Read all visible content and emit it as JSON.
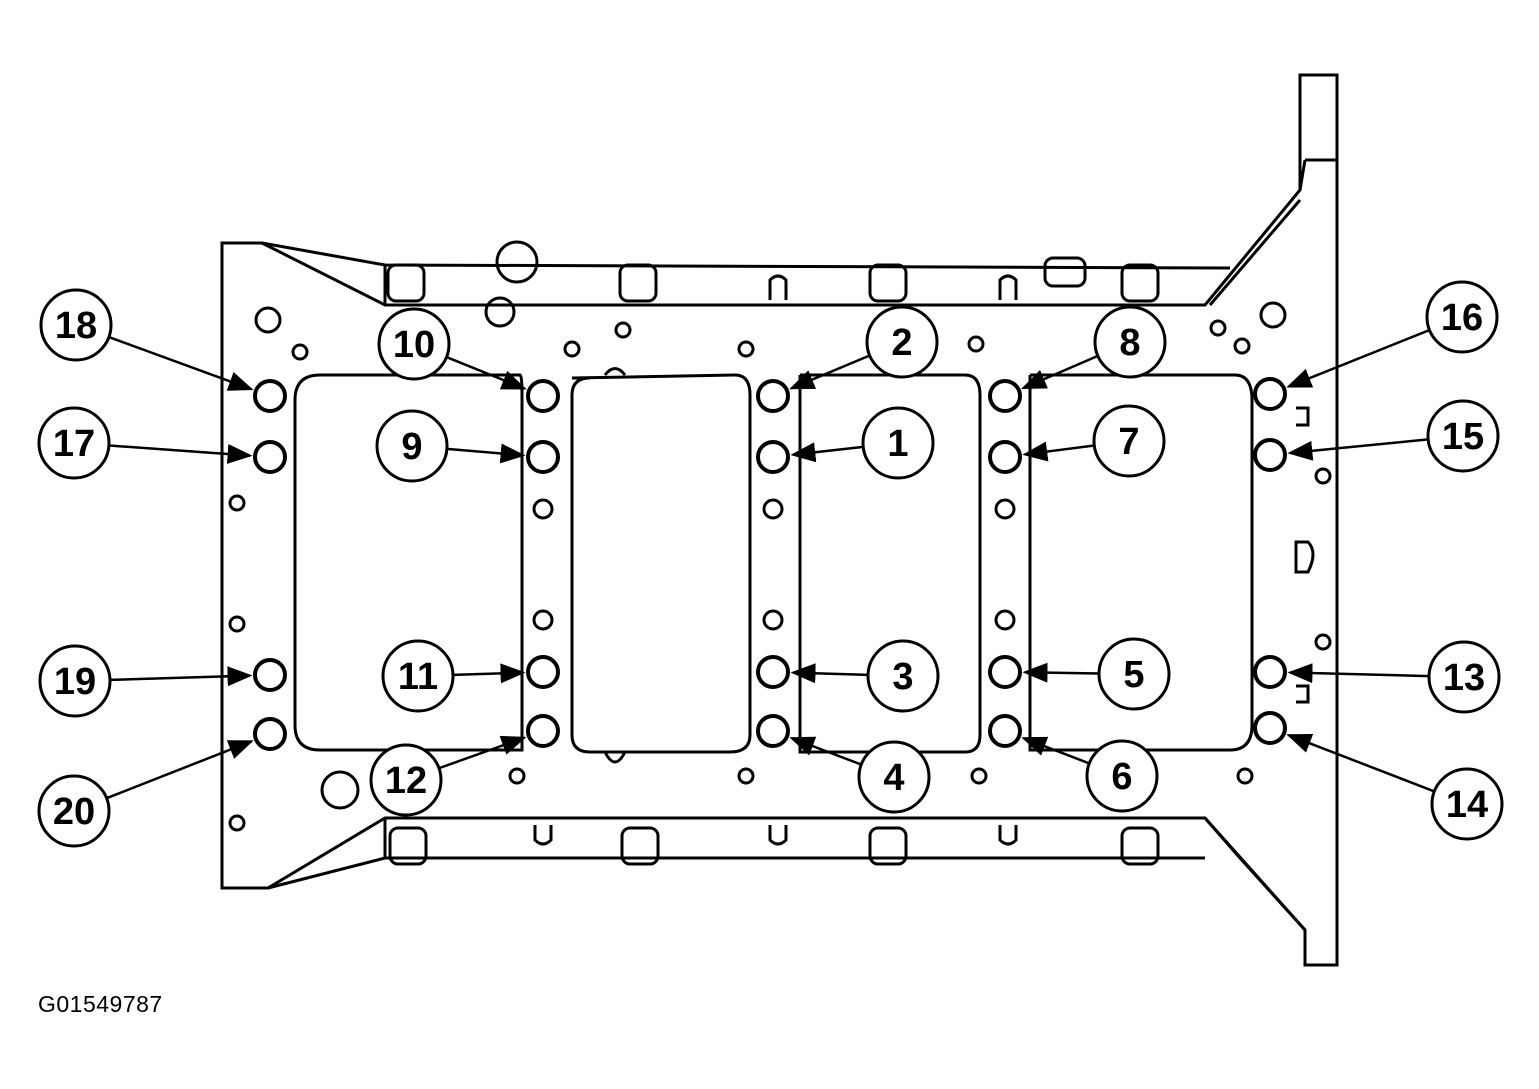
{
  "figure": {
    "id_label": "G01549787"
  },
  "colors": {
    "line": "#000000",
    "background": "#ffffff"
  },
  "callouts": [
    {
      "number": "1",
      "bolt": "bolt-1"
    },
    {
      "number": "2",
      "bolt": "bolt-2"
    },
    {
      "number": "3",
      "bolt": "bolt-3"
    },
    {
      "number": "4",
      "bolt": "bolt-4"
    },
    {
      "number": "5",
      "bolt": "bolt-5"
    },
    {
      "number": "6",
      "bolt": "bolt-6"
    },
    {
      "number": "7",
      "bolt": "bolt-7"
    },
    {
      "number": "8",
      "bolt": "bolt-8"
    },
    {
      "number": "9",
      "bolt": "bolt-9"
    },
    {
      "number": "10",
      "bolt": "bolt-10"
    },
    {
      "number": "11",
      "bolt": "bolt-11"
    },
    {
      "number": "12",
      "bolt": "bolt-12"
    },
    {
      "number": "13",
      "bolt": "bolt-13"
    },
    {
      "number": "14",
      "bolt": "bolt-14"
    },
    {
      "number": "15",
      "bolt": "bolt-15"
    },
    {
      "number": "16",
      "bolt": "bolt-16"
    },
    {
      "number": "17",
      "bolt": "bolt-17"
    },
    {
      "number": "18",
      "bolt": "bolt-18"
    },
    {
      "number": "19",
      "bolt": "bolt-19"
    },
    {
      "number": "20",
      "bolt": "bolt-20"
    }
  ]
}
